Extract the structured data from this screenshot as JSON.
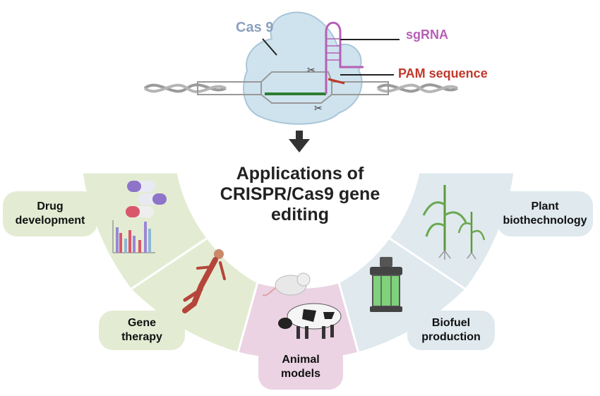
{
  "title_lines": [
    "Applications of",
    "CRISPR/Cas9 gene",
    "editing"
  ],
  "mechanism": {
    "cas9_label": "Cas 9",
    "sgrna_label": "sgRNA",
    "pam_label": "PAM sequence"
  },
  "applications": [
    {
      "id": "drug",
      "lines": [
        "Drug",
        "development"
      ]
    },
    {
      "id": "gene",
      "lines": [
        "Gene",
        "therapy"
      ]
    },
    {
      "id": "animal",
      "lines": [
        "Animal",
        "models"
      ]
    },
    {
      "id": "biofuel",
      "lines": [
        "Biofuel",
        "production"
      ]
    },
    {
      "id": "plant",
      "lines": [
        "Plant",
        "biothechnology"
      ]
    }
  ],
  "colors": {
    "green_section": "#e3ecd3",
    "pink_section": "#ebd3e3",
    "blue_section": "#dfe9ee",
    "cas9_blob": "#cfe3ee",
    "sgrna": "#b65fb5",
    "pam": "#c0392b",
    "arrow": "#333333"
  }
}
